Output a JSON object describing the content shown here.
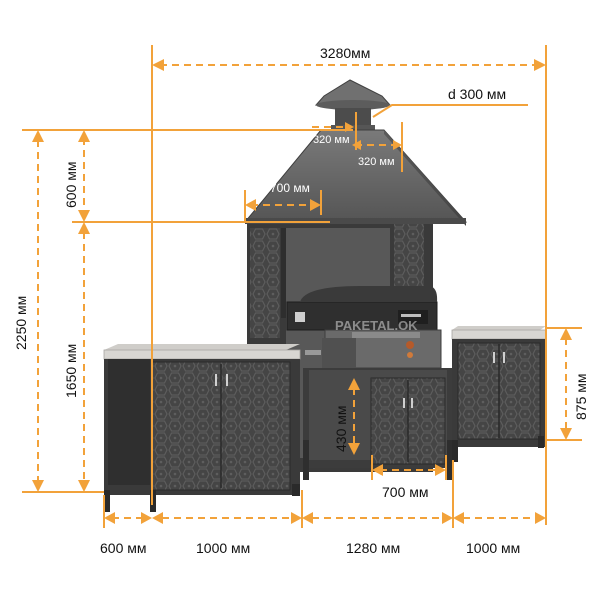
{
  "colors": {
    "dimension": "#f2a23a",
    "metal_dark": "#3c3c3c",
    "metal_mid": "#505050",
    "hood": "#6a6a6a",
    "countertop": "#d8d6d2",
    "background": "#ffffff"
  },
  "watermark": "PAKETAL.OK",
  "dimensions": {
    "total_width": "3280мм",
    "chimney_diameter": "d 300 мм",
    "chimney_top": "320 мм",
    "chimney_base": "320 мм",
    "hood_depth": "700 мм",
    "hood_height": "600 мм",
    "total_height": "2250 мм",
    "hood_bottom_height": "1650 мм",
    "counter_height": "875 мм",
    "niche_height": "430 мм",
    "niche_width": "700 мм",
    "left_depth": "600 мм",
    "left_cabinet": "1000 мм",
    "center_section": "1280 мм",
    "right_cabinet": "1000 мм"
  }
}
